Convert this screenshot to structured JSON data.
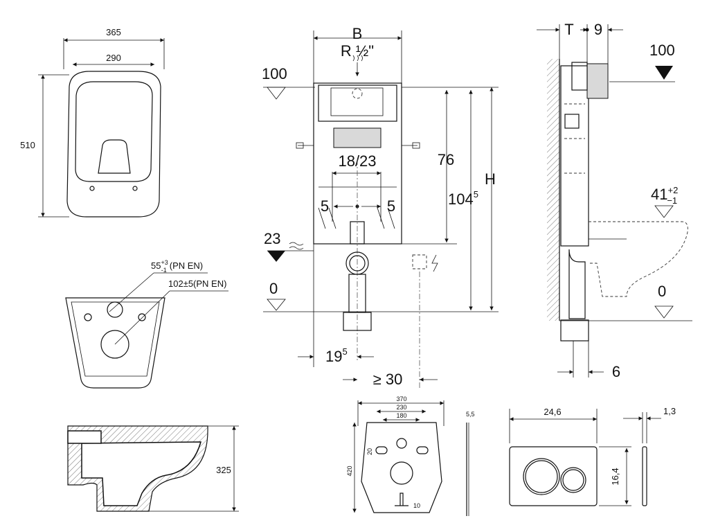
{
  "seat_top": {
    "width_outer": "365",
    "width_inner": "290",
    "length": "510"
  },
  "bowl_top": {
    "pipe_small": "55",
    "pipe_small_tol_up": "+3",
    "pipe_small_tol_down": "-1",
    "pipe_small_std": "(PN EN)",
    "pipe_large": "102±5(PN EN)"
  },
  "bowl_side": {
    "height": "325"
  },
  "frame_front": {
    "width_label": "B",
    "water_label": "R ½\"",
    "level_100": "100",
    "height_76": "76",
    "height_104": "104",
    "height_104_sup": "5",
    "height_total": "H",
    "spacing": "18/23",
    "offset_left": "5",
    "offset_right": "5",
    "level_23": "23",
    "level_0": "0",
    "offset_19": "19",
    "offset_19_sup": "5",
    "min_30": "≥ 30"
  },
  "frame_side": {
    "depth_label": "T",
    "depth_9": "9",
    "level_100": "100",
    "level_41": "41",
    "level_41_tol_up": "+2",
    "level_41_tol_down": "−1",
    "level_0": "0",
    "gap_6": "6"
  },
  "mount_pad": {
    "width": "370",
    "inner_230": "230",
    "inner_180": "180",
    "height": "420",
    "side_20": "20",
    "bottom_10": "10",
    "thickness": "5,5"
  },
  "flush_plate": {
    "width": "24,6",
    "height": "16,4",
    "depth": "1,3"
  }
}
